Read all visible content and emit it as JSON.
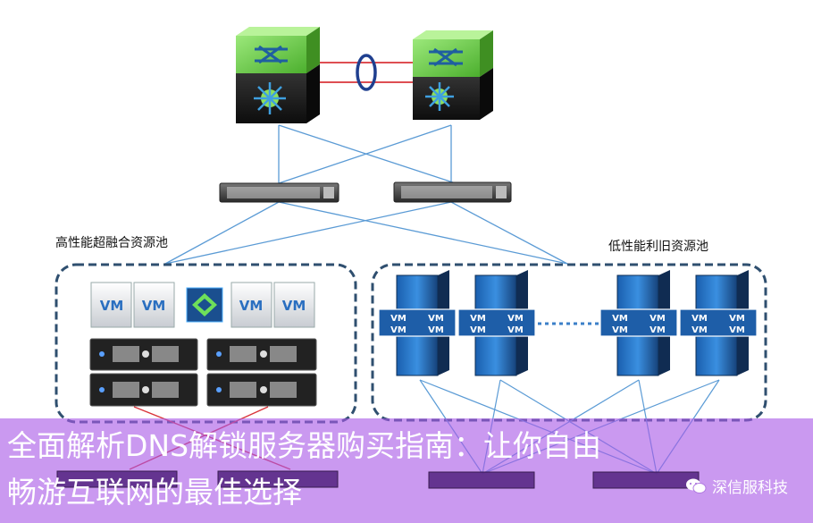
{
  "labels": {
    "left_pool": "高性能超融合资源池",
    "right_pool": "低性能利旧资源池"
  },
  "vm_label": "VM",
  "caption": {
    "line1": "全面解析DNS解锁服务器购买指南：让你自由",
    "line2": "畅游互联网的最佳选择"
  },
  "watermark": {
    "text": "深信服科技",
    "icon": "wechat-icon"
  },
  "colors": {
    "core_green": "#7ed957",
    "core_dark": "#1c1c1c",
    "link_blue": "#5b9bd5",
    "link_red": "#d9343a",
    "pool_border": "#2f4f6f",
    "server_blue": "#2a78c8",
    "overlay_purple": "#aa5ae6"
  }
}
